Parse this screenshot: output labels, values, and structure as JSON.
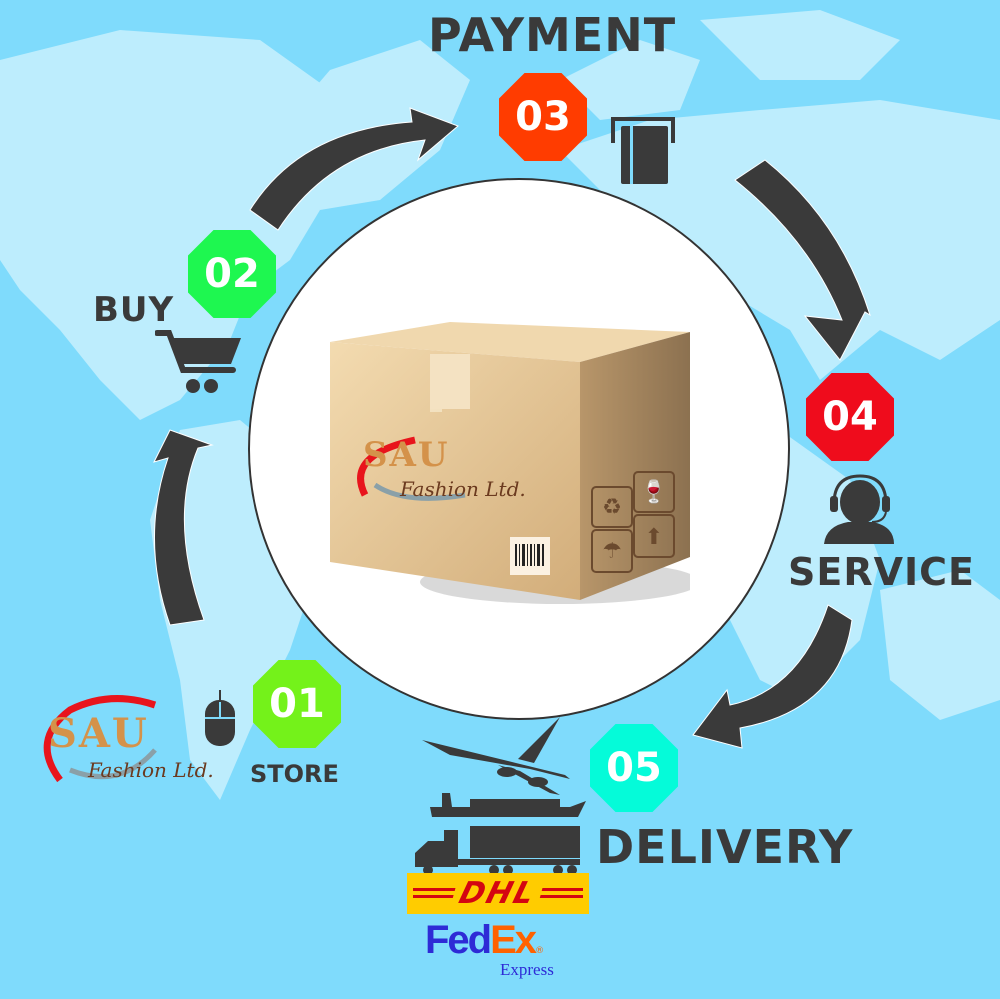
{
  "colors": {
    "ocean": "#7fdbfc",
    "land": "#bdedfd",
    "arrow": "#3a3a3a",
    "step01": "#74f21a",
    "step02": "#1ef750",
    "step03": "#ff3c00",
    "step04": "#ef0c1c",
    "step05": "#05fbd9",
    "dhl_yellow": "#ffcc00",
    "dhl_red": "#d40511",
    "fedex_purple": "#2e2bd6",
    "fedex_orange": "#ff6200"
  },
  "steps": [
    {
      "number": "01",
      "label": "STORE",
      "icon": "mouse-icon"
    },
    {
      "number": "02",
      "label": "BUY",
      "icon": "shopping-cart-icon"
    },
    {
      "number": "03",
      "label": "PAYMENT",
      "icon": "card-slot-icon"
    },
    {
      "number": "04",
      "label": "SERVICE",
      "icon": "headset-agent-icon"
    },
    {
      "number": "05",
      "label": "DELIVERY",
      "icon": "transport-icons"
    }
  ],
  "brand": {
    "name_top": "SAU",
    "name_bottom": "Fashion Ltd."
  },
  "couriers": {
    "dhl": "DHL",
    "fedex_fed": "Fed",
    "fedex_ex": "Ex",
    "fedex_sub": "Express",
    "fedex_reg": "®"
  }
}
